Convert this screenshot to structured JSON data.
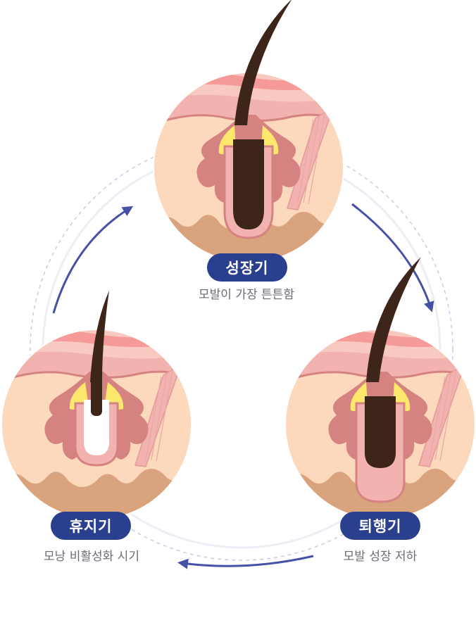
{
  "stages": {
    "growth": {
      "label": "성장기",
      "caption": "모발이 가장 튼튼함"
    },
    "catagen": {
      "label": "퇴행기",
      "caption": "모발 성장 저하"
    },
    "telogen": {
      "label": "휴지기",
      "caption": "모낭 비활성화 시기"
    }
  },
  "colors": {
    "skin": "#fcd8bd",
    "skin_top": "#f2b3b0",
    "epidermis": "#f59a98",
    "dermis_base": "#d9a47d",
    "gland": "#d58381",
    "sebum": "#fde76d",
    "hair": "#3d2519",
    "pill": "#2b3f8f",
    "arrow": "#4451a6",
    "ring": "#e5e7f3"
  }
}
